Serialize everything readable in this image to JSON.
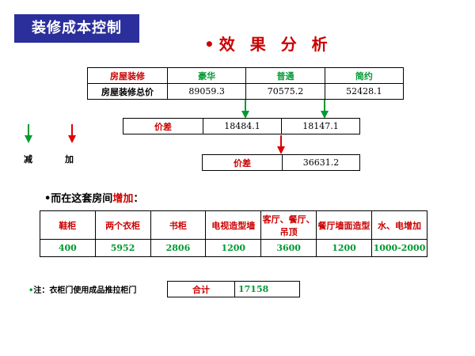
{
  "banner": {
    "title": "装修成本控制"
  },
  "heading": "•效 果 分 析",
  "price_table": {
    "headers": [
      "房屋装修",
      "豪华",
      "普通",
      "简约"
    ],
    "row_label": "房屋装修总价",
    "values": [
      "89059.3",
      "70575.2",
      "52428.1"
    ]
  },
  "diff_table": {
    "label": "价差",
    "values": [
      "18484.1",
      "18147.1"
    ]
  },
  "total_diff_table": {
    "label": "价差",
    "value": "36631.2"
  },
  "legend": {
    "decrease": "减",
    "increase": "加"
  },
  "sentence": {
    "prefix": "•而在这套房间",
    "highlight": "增加",
    "suffix": "："
  },
  "items_table": {
    "headers": [
      "鞋柜",
      "两个衣柜",
      "书柜",
      "电视造型墙",
      "客厅、餐厅、吊顶",
      "餐厅墙面造型",
      "水、电增加"
    ],
    "values": [
      "400",
      "5952",
      "2806",
      "1200",
      "3600",
      "1200",
      "1000-2000"
    ]
  },
  "note": "•注：衣柜门使用成品推拉柜门",
  "total": {
    "label": "合计",
    "value": "17158"
  },
  "colors": {
    "banner": "#2b2f9b",
    "red": "#cc0000",
    "green": "#009933"
  }
}
